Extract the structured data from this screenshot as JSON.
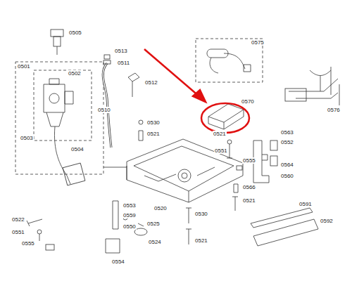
{
  "diagram": {
    "labels": [
      "0505",
      "0513",
      "0511",
      "0501",
      "0502",
      "0512",
      "0575",
      "0576",
      "0510",
      "0530",
      "0570",
      "0503",
      "0521",
      "0504",
      "0521",
      "0563",
      "0552",
      "0551",
      "0555",
      "0564",
      "0560",
      "0566",
      "0521",
      "0520",
      "0530",
      "0521",
      "0591",
      "0592",
      "0522",
      "0553",
      "0525",
      "0551",
      "0559",
      "0550",
      "0524",
      "0555",
      "0554"
    ]
  }
}
